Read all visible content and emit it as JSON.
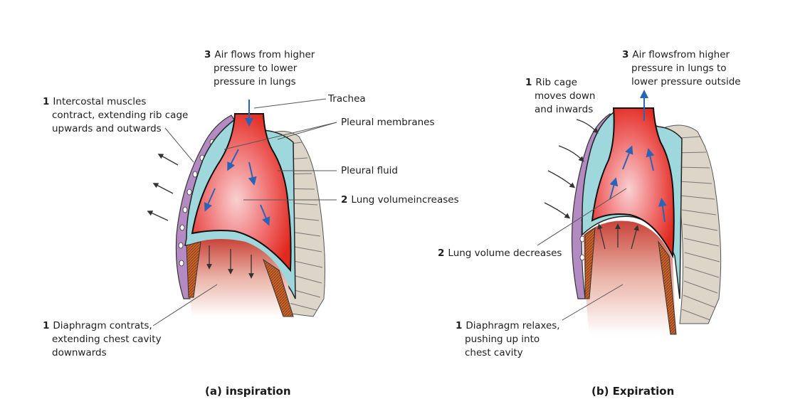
{
  "panels": [
    {
      "caption": "(a) inspiration",
      "labels": {
        "air_flow": {
          "number": "3",
          "lines": [
            "Air flows from higher",
            "pressure to lower",
            "pressure in lungs"
          ]
        },
        "intercostal": {
          "number": "1",
          "lines": [
            "Intercostal  muscles",
            "contract, extending rib cage",
            "upwards and outwards"
          ]
        },
        "trachea": "Trachea",
        "pleural_membranes": "Pleural membranes",
        "pleural_fluid": "Pleural fluid",
        "lung_volume": {
          "number": "2",
          "text": "Lung  volumeincreases"
        },
        "diaphragm": {
          "number": "1",
          "lines": [
            "Diaphragm  contrats,",
            "extending chest cavity",
            "downwards"
          ]
        }
      }
    },
    {
      "caption": "(b) Expiration",
      "labels": {
        "air_flow": {
          "number": "3",
          "lines": [
            "Air  flowsfrom  higher",
            "pressure in lungs to",
            "lower pressure outside"
          ]
        },
        "rib_cage": {
          "number": "1",
          "lines": [
            "Rib  cage",
            "moves down",
            "and inwards"
          ]
        },
        "lung_volume": {
          "number": "2",
          "text": "Lung volume decreases"
        },
        "diaphragm": {
          "number": "1",
          "lines": [
            "Diaphragm  relaxes,",
            "pushing up into",
            "chest cavity"
          ]
        }
      }
    }
  ],
  "colors": {
    "lung": "#e8332c",
    "lung_light": "#f7c2c4",
    "pleural_fluid": "#9fd8dc",
    "rib_muscle": "#b48ac2",
    "spine": "#ddd6c8",
    "diaphragm_muscle": "#c4602a",
    "air_arrow": "#2a64b8"
  }
}
